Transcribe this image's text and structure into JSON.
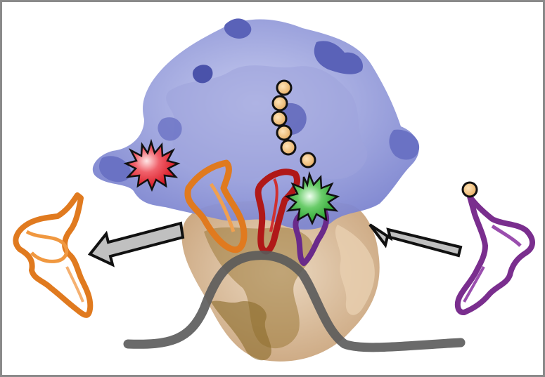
{
  "figure": {
    "border_color": "#8a8a8a",
    "background": "#ffffff",
    "subunits": {
      "large_subunit_color": "#8088d0",
      "small_subunit_color": "#d6b48c",
      "small_subunit_dark": "#8a6a2a"
    },
    "trnas": [
      {
        "name": "exiting-trna",
        "color": "#e07a1f"
      },
      {
        "name": "e-site-trna",
        "color": "#e07a1f"
      },
      {
        "name": "p-site-trna",
        "color": "#b01818"
      },
      {
        "name": "a-site-trna",
        "color": "#6a2a8a"
      },
      {
        "name": "incoming-trna",
        "color": "#7a2e8e"
      }
    ],
    "markers": {
      "red_star_color": "#e8222a",
      "green_star_color": "#2ea82e",
      "amino_acid_bead_color": "#f2c27a",
      "arrow_fill": "#c0c0c0",
      "mrna_color": "#5a5a5a"
    }
  }
}
